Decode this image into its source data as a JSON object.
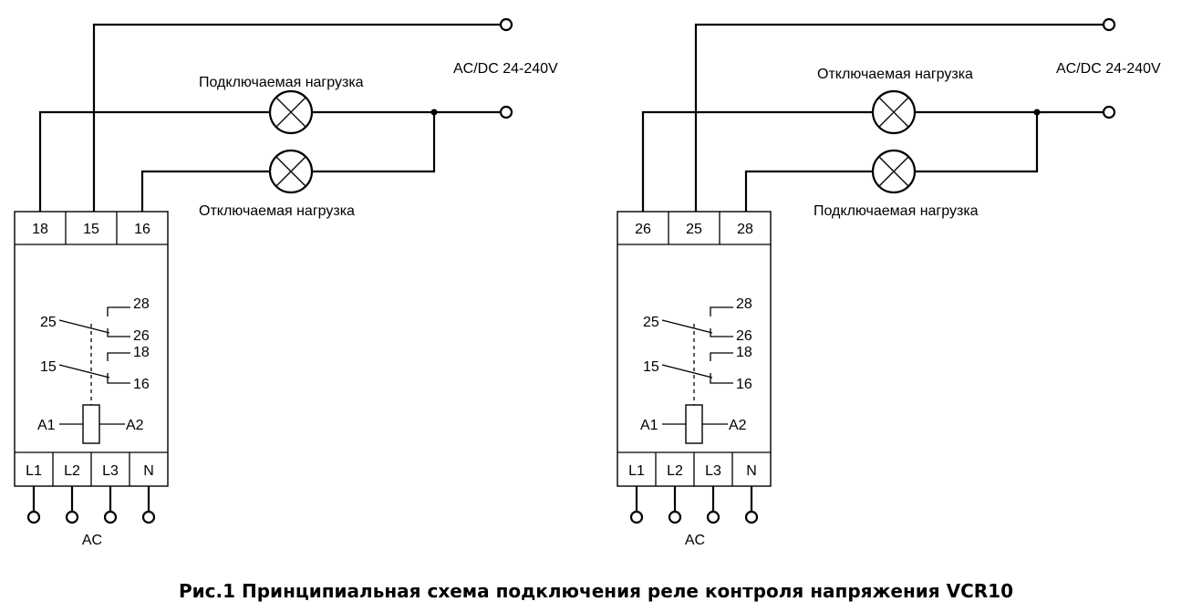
{
  "caption": "Рис.1 Принципиальная схема подключения реле контроля напряжения VCR10",
  "supply_label": "AC/DC 24-240V",
  "ac_label": "AC",
  "schemes": [
    {
      "top_load": "Подключаемая нагрузка",
      "bottom_load": "Отключаемая нагрузка",
      "top_terminals": [
        "18",
        "15",
        "16"
      ],
      "bottom_terminals": [
        "L1",
        "L2",
        "L3",
        "N"
      ],
      "contacts": {
        "c28": "28",
        "c25": "25",
        "c26": "26",
        "c18": "18",
        "c15": "15",
        "c16": "16"
      },
      "coil": {
        "a1": "A1",
        "a2": "A2"
      }
    },
    {
      "top_load": "Отключаемая нагрузка",
      "bottom_load": "Подключаемая нагрузка",
      "top_terminals": [
        "26",
        "25",
        "28"
      ],
      "bottom_terminals": [
        "L1",
        "L2",
        "L3",
        "N"
      ],
      "contacts": {
        "c28": "28",
        "c25": "25",
        "c26": "26",
        "c18": "18",
        "c15": "15",
        "c16": "16"
      },
      "coil": {
        "a1": "A1",
        "a2": "A2"
      }
    }
  ]
}
